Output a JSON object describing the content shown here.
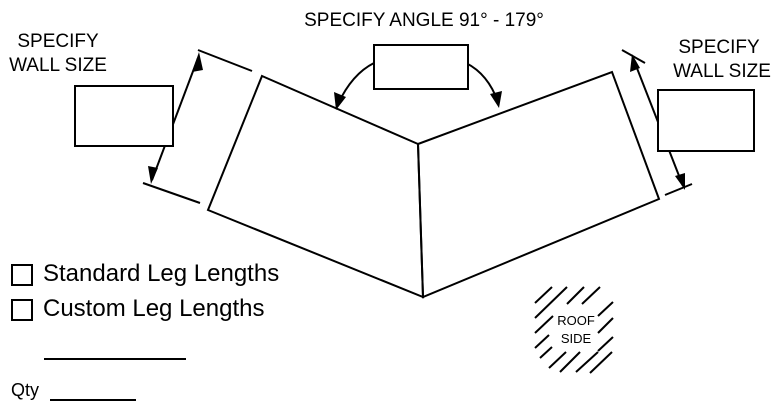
{
  "labels": {
    "angle_title": "SPECIFY ANGLE 91° - 179°",
    "left_wall_line1": "SPECIFY",
    "left_wall_line2": "WALL SIZE",
    "right_wall_line1": "SPECIFY",
    "right_wall_line2": "WALL SIZE",
    "roof_line1": "ROOF",
    "roof_line2": "SIDE",
    "degree_symbol": "°"
  },
  "options": {
    "standard": "Standard Leg Lengths",
    "custom": "Custom Leg Lengths"
  },
  "fields": {
    "angle_value": "",
    "left_wall_value": "",
    "right_wall_value": "",
    "note_value": "",
    "qty_label": "Qty",
    "qty_value": ""
  }
}
